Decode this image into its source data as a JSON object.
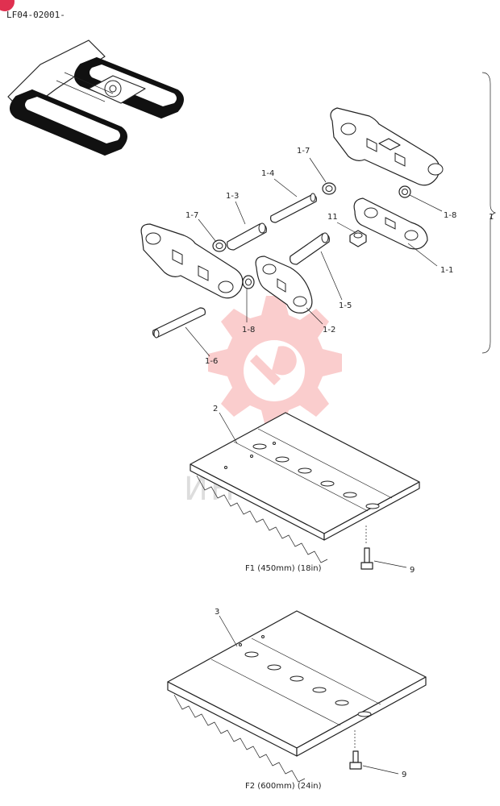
{
  "header": {
    "code": "LF04-02001-"
  },
  "callouts": {
    "c1": "1",
    "c1_1": "1-1",
    "c1_2": "1-2",
    "c1_3": "1-3",
    "c1_4": "1-4",
    "c1_5": "1-5",
    "c1_6": "1-6",
    "c1_7a": "1-7",
    "c1_7b": "1-7",
    "c1_8a": "1-8",
    "c1_8b": "1-8",
    "c11": "11",
    "c2": "2",
    "c3": "3",
    "c9a": "9",
    "c9b": "9"
  },
  "captions": {
    "f1": "F1 (450mm)  (18in)",
    "f2": "F2 (600mm)  (24in)"
  },
  "watermark": {
    "text": "ИНТЕХ",
    "color": "#f07070"
  },
  "colors": {
    "line": "#222222",
    "badge": "#e03050"
  }
}
